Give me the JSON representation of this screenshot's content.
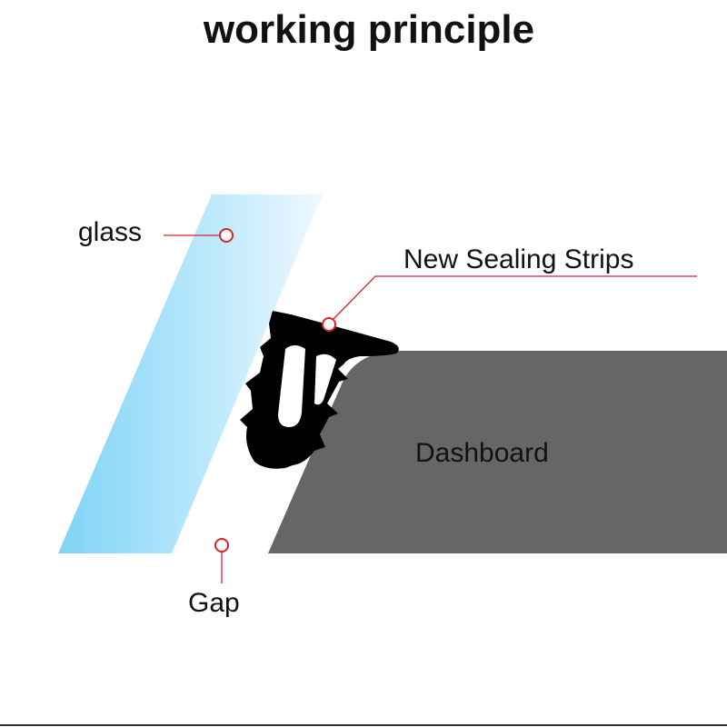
{
  "title": "working principle",
  "labels": {
    "glass": "glass",
    "sealing_strips": "New Sealing Strips",
    "dashboard": "Dashboard",
    "gap": "Gap"
  },
  "colors": {
    "title": "#111111",
    "glass_dark": "#7fd3f6",
    "glass_light": "#eaf8ff",
    "dashboard": "#666666",
    "seal": "#000000",
    "leader_line": "#d8232a",
    "bottom_rule": "#333333"
  }
}
